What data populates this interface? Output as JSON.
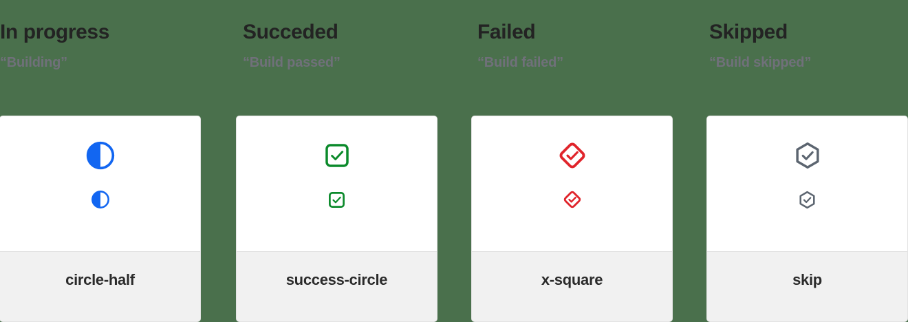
{
  "page": {
    "background_color": "#4a704c",
    "card_background": "#ffffff",
    "card_footer_background": "#f1f1f1",
    "card_border_color": "#e3e3e3"
  },
  "columns": [
    {
      "title": "In progress",
      "subtitle": "“Building”",
      "icon_name": "circle-half-icon",
      "icon_color": "#1266f1",
      "card_label": "circle-half"
    },
    {
      "title": "Succeded",
      "subtitle": "“Build passed”",
      "icon_name": "success-circle-icon",
      "icon_color": "#0b8a2b",
      "card_label": "success-circle"
    },
    {
      "title": "Failed",
      "subtitle": "“Build failed”",
      "icon_name": "x-square-icon",
      "icon_color": "#e0242b",
      "card_label": "x-square"
    },
    {
      "title": "Skipped",
      "subtitle": "“Build skipped”",
      "icon_name": "skip-icon",
      "icon_color": "#5c6570",
      "card_label": "skip"
    }
  ]
}
